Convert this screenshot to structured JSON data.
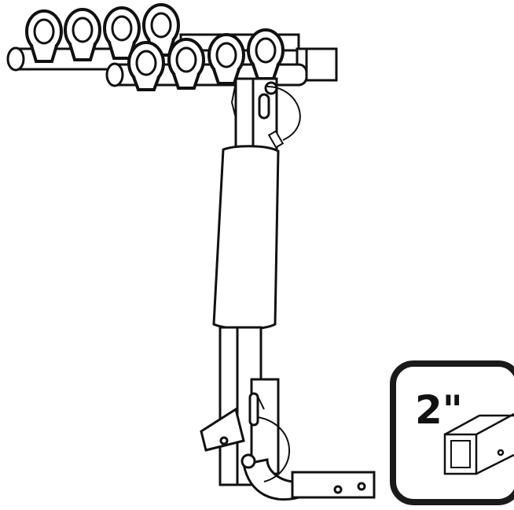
{
  "badge": {
    "size_label": "2\""
  },
  "colors": {
    "line": "#111111",
    "fill": "#ffffff",
    "badge_border": "#1a1a1a"
  },
  "illustration": {
    "subject": "bike-rack-hitch-mount",
    "cradle_count": 8
  }
}
